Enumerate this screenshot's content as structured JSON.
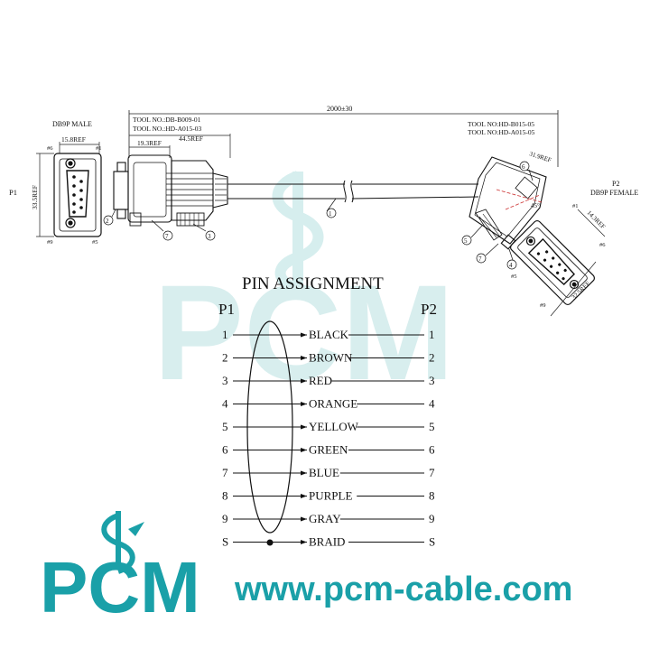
{
  "header": {
    "tool_left_1": "TOOL NO.:DB-B009-01",
    "tool_left_2": "TOOL NO.:HD-A015-03",
    "tool_right_1": "TOOL NO:HD-B015-05",
    "tool_right_2": "TOOL NO:HD-A015-05",
    "total_length": "2000±30"
  },
  "p1_connector": {
    "title": "DB9P MALE",
    "label": "P1",
    "dim_width": "15.8REF",
    "dim_height": "33.5REF",
    "dim_body": "19.3REF",
    "dim_overall": "44.5REF",
    "pin_top_left": "#6",
    "pin_top_right": "#1",
    "pin_bottom_left": "#9",
    "pin_bottom_right": "#5",
    "callouts": [
      "2",
      "7",
      "3"
    ]
  },
  "p2_connector": {
    "label": "P2",
    "title": "DB9P FEMALE",
    "dim_a": "31.9REF",
    "dim_b": "14.3REF",
    "dim_c": "32.5REF",
    "angle": "45°",
    "pin_1": "#1",
    "pin_6": "#6",
    "pin_5": "#5",
    "pin_9": "#9",
    "callouts": [
      "6",
      "5",
      "7",
      "4"
    ]
  },
  "cable_callout": "1",
  "pin_assignment": {
    "title": "PIN   ASSIGNMENT",
    "left_header": "P1",
    "right_header": "P2",
    "rows": [
      {
        "p1": "1",
        "color": "BLACK",
        "p2": "1"
      },
      {
        "p1": "2",
        "color": "BROWN",
        "p2": "2"
      },
      {
        "p1": "3",
        "color": "RED",
        "p2": "3"
      },
      {
        "p1": "4",
        "color": "ORANGE",
        "p2": "4"
      },
      {
        "p1": "5",
        "color": "YELLOW",
        "p2": "5"
      },
      {
        "p1": "6",
        "color": "GREEN",
        "p2": "6"
      },
      {
        "p1": "7",
        "color": "BLUE",
        "p2": "7"
      },
      {
        "p1": "8",
        "color": "PURPLE",
        "p2": "8"
      },
      {
        "p1": "9",
        "color": "GRAY",
        "p2": "9"
      },
      {
        "p1": "S",
        "color": "BRAID",
        "p2": "S"
      }
    ]
  },
  "branding": {
    "logo": "PCM",
    "website": "www.pcm-cable.com",
    "logo_color": "#1aa0a8",
    "watermark_color": "#cfeaea"
  }
}
